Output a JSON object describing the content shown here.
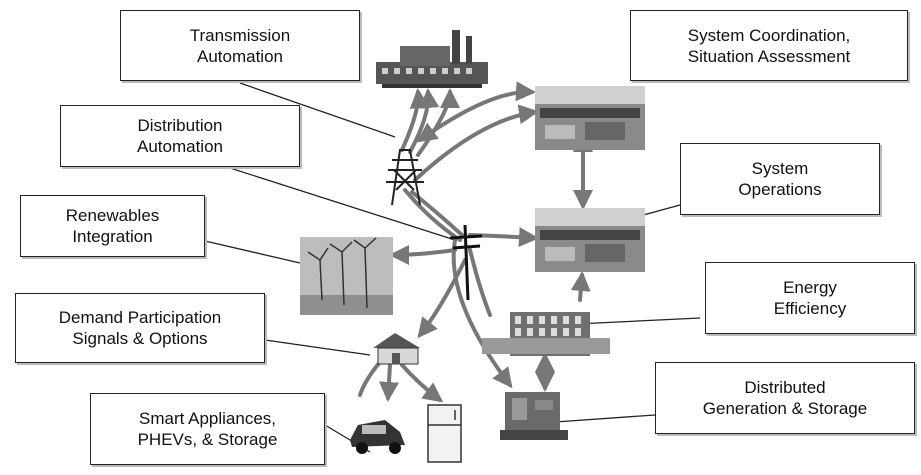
{
  "labels": {
    "transmission": [
      "Transmission",
      "Automation"
    ],
    "coordination": [
      "System Coordination,",
      "Situation Assessment"
    ],
    "distribution": [
      "Distribution",
      "Automation"
    ],
    "operations": [
      "System",
      "Operations"
    ],
    "renewables": [
      "Renewables",
      "Integration"
    ],
    "efficiency": [
      "Energy",
      "Efficiency"
    ],
    "demand": [
      "Demand Participation",
      "Signals & Options"
    ],
    "distributed": [
      "Distributed",
      "Generation & Storage"
    ],
    "appliances": [
      "Smart Appliances,",
      "PHEVs, & Storage"
    ]
  },
  "icons": [
    "power-plant-icon",
    "control-room-icon",
    "transmission-tower-icon",
    "utility-pole-icon",
    "wind-turbines-icon",
    "office-building-icon",
    "house-icon",
    "car-icon",
    "refrigerator-icon",
    "generator-icon"
  ]
}
